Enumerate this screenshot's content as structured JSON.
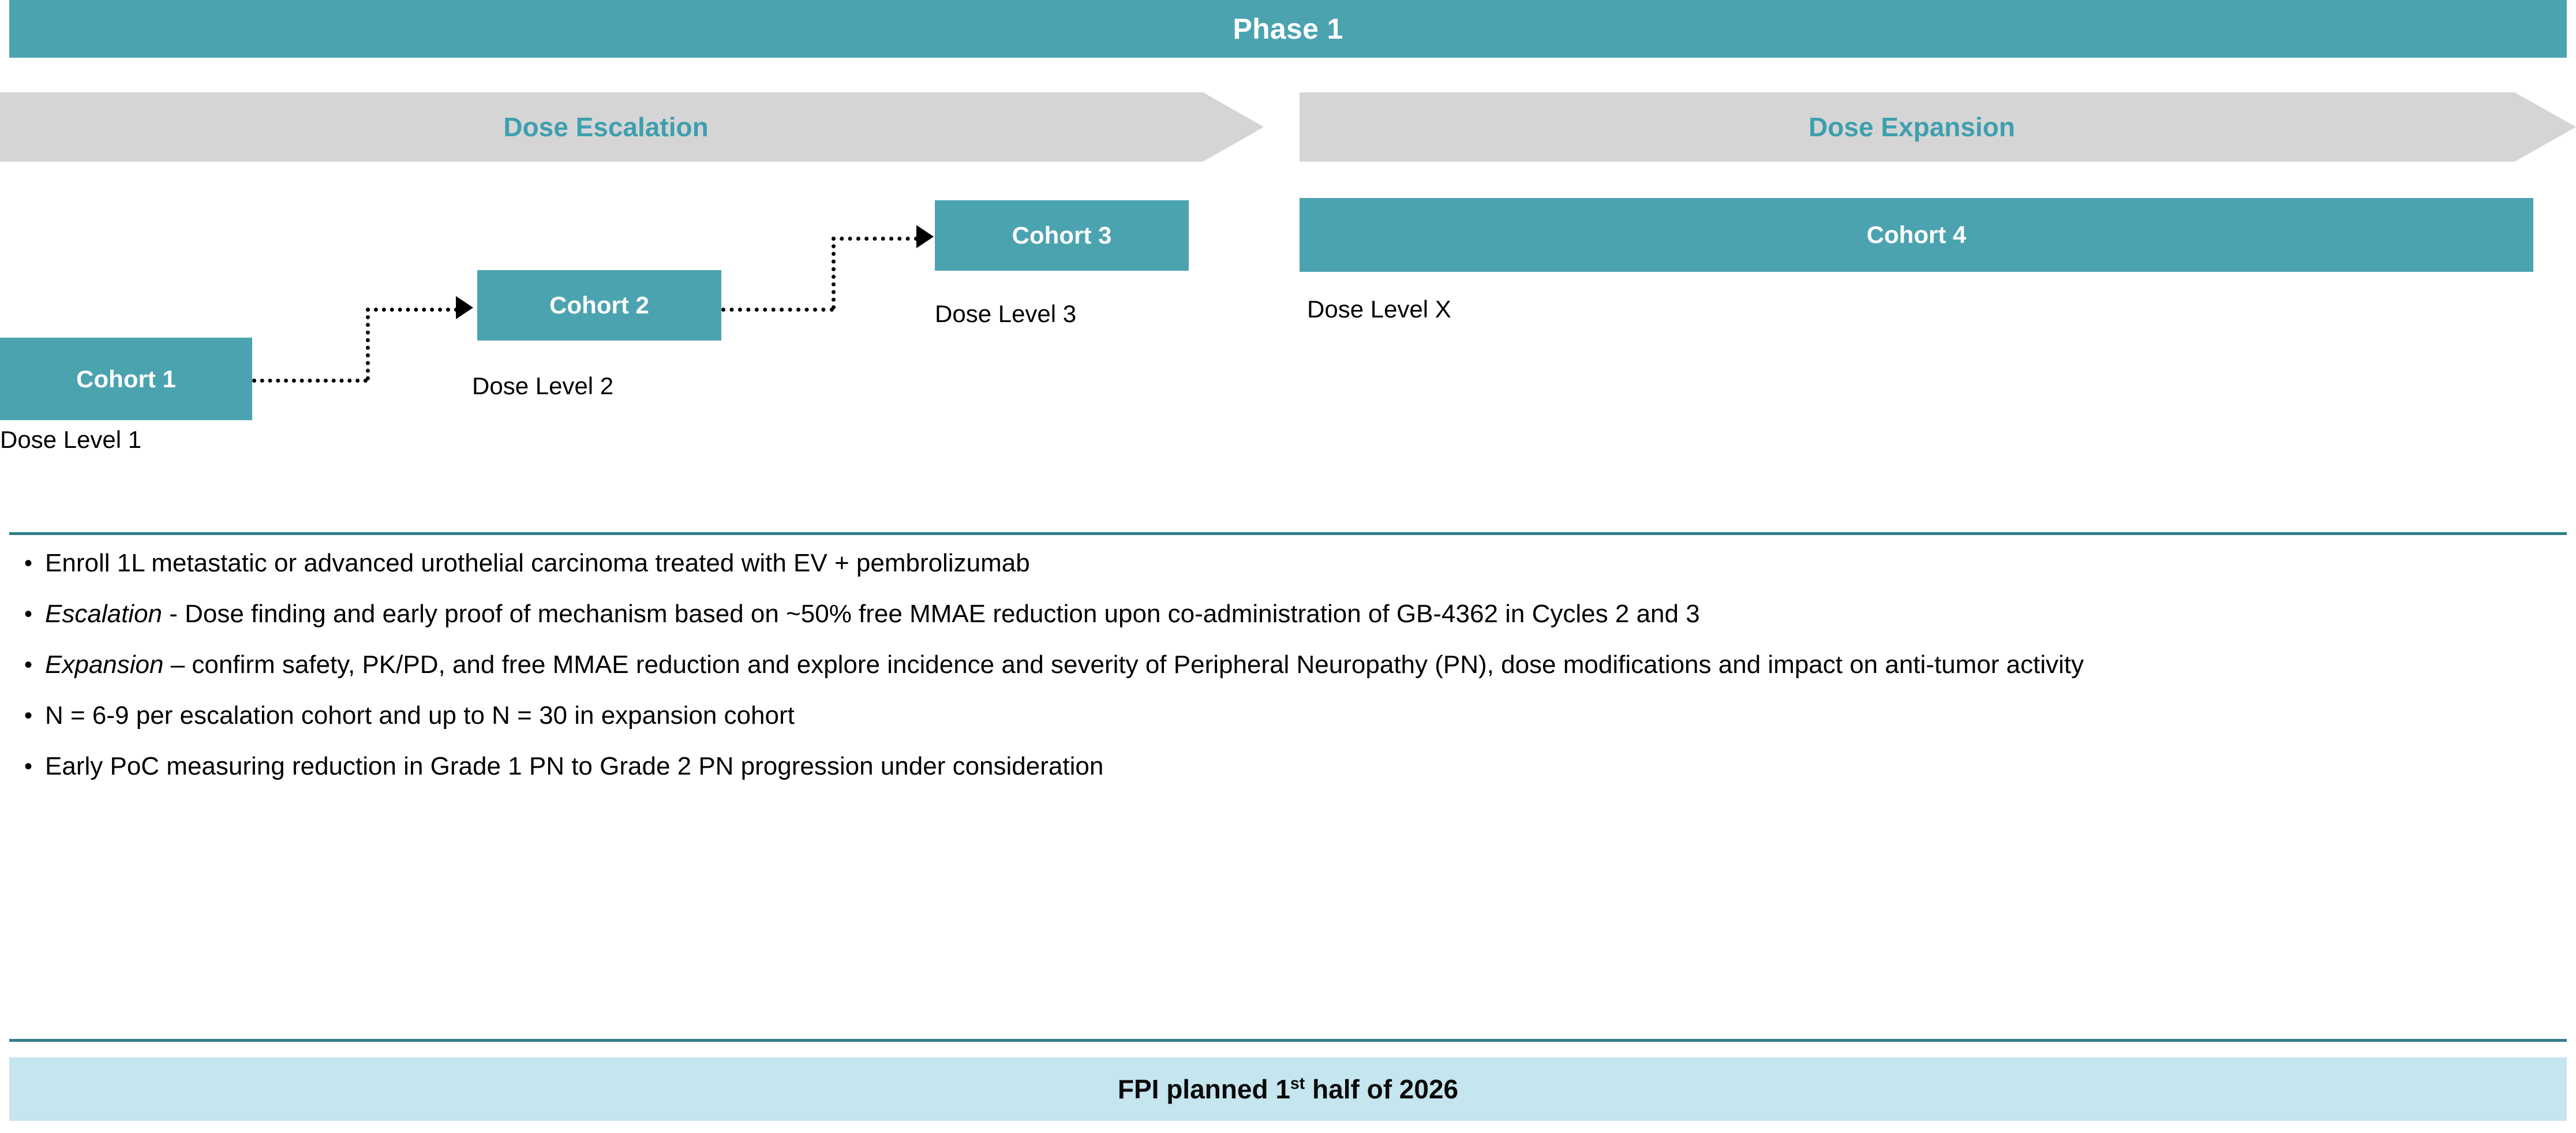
{
  "phase": {
    "title": "Phase 1"
  },
  "stages": [
    {
      "label": "Dose Escalation",
      "name": "dose-escalation"
    },
    {
      "label": "Dose Expansion",
      "name": "dose-expansion"
    }
  ],
  "cohorts": [
    {
      "label": "Cohort 1",
      "dose_label": "Dose Level 1"
    },
    {
      "label": "Cohort 2",
      "dose_label": "Dose Level 2"
    },
    {
      "label": "Cohort 3",
      "dose_label": "Dose Level 3"
    },
    {
      "label": "Cohort 4",
      "dose_label": "Dose Level X"
    }
  ],
  "bullets": [
    {
      "marker": "•",
      "emphasis": "",
      "text": "Enroll 1L metastatic or advanced urothelial carcinoma treated with EV + pembrolizumab"
    },
    {
      "marker": "•",
      "emphasis": "Escalation",
      "text": " - Dose finding and early proof of mechanism based on ~50% free MMAE reduction upon co-administration of GB-4362 in Cycles 2 and 3"
    },
    {
      "marker": "•",
      "emphasis": "Expansion",
      "text": " – confirm safety, PK/PD, and free MMAE reduction and explore incidence and severity of Peripheral Neuropathy (PN), dose modifications and impact on anti-tumor activity"
    },
    {
      "marker": "•",
      "emphasis": "",
      "text": "N = 6-9 per escalation cohort and up to N = 30 in expansion cohort"
    },
    {
      "marker": "•",
      "emphasis": "",
      "text": "Early PoC measuring reduction in Grade 1 PN to Grade 2 PN progression under consideration"
    }
  ],
  "footer": {
    "text_before": "FPI planned 1",
    "superscript": "st",
    "text_after": " half of 2026"
  },
  "colors": {
    "teal": "#4BA3B0",
    "teal_text": "#3E9FAE",
    "gray_banner": "#D5D5D5",
    "rule": "#2E7F8B",
    "footer_bg": "#C5E5EF"
  }
}
